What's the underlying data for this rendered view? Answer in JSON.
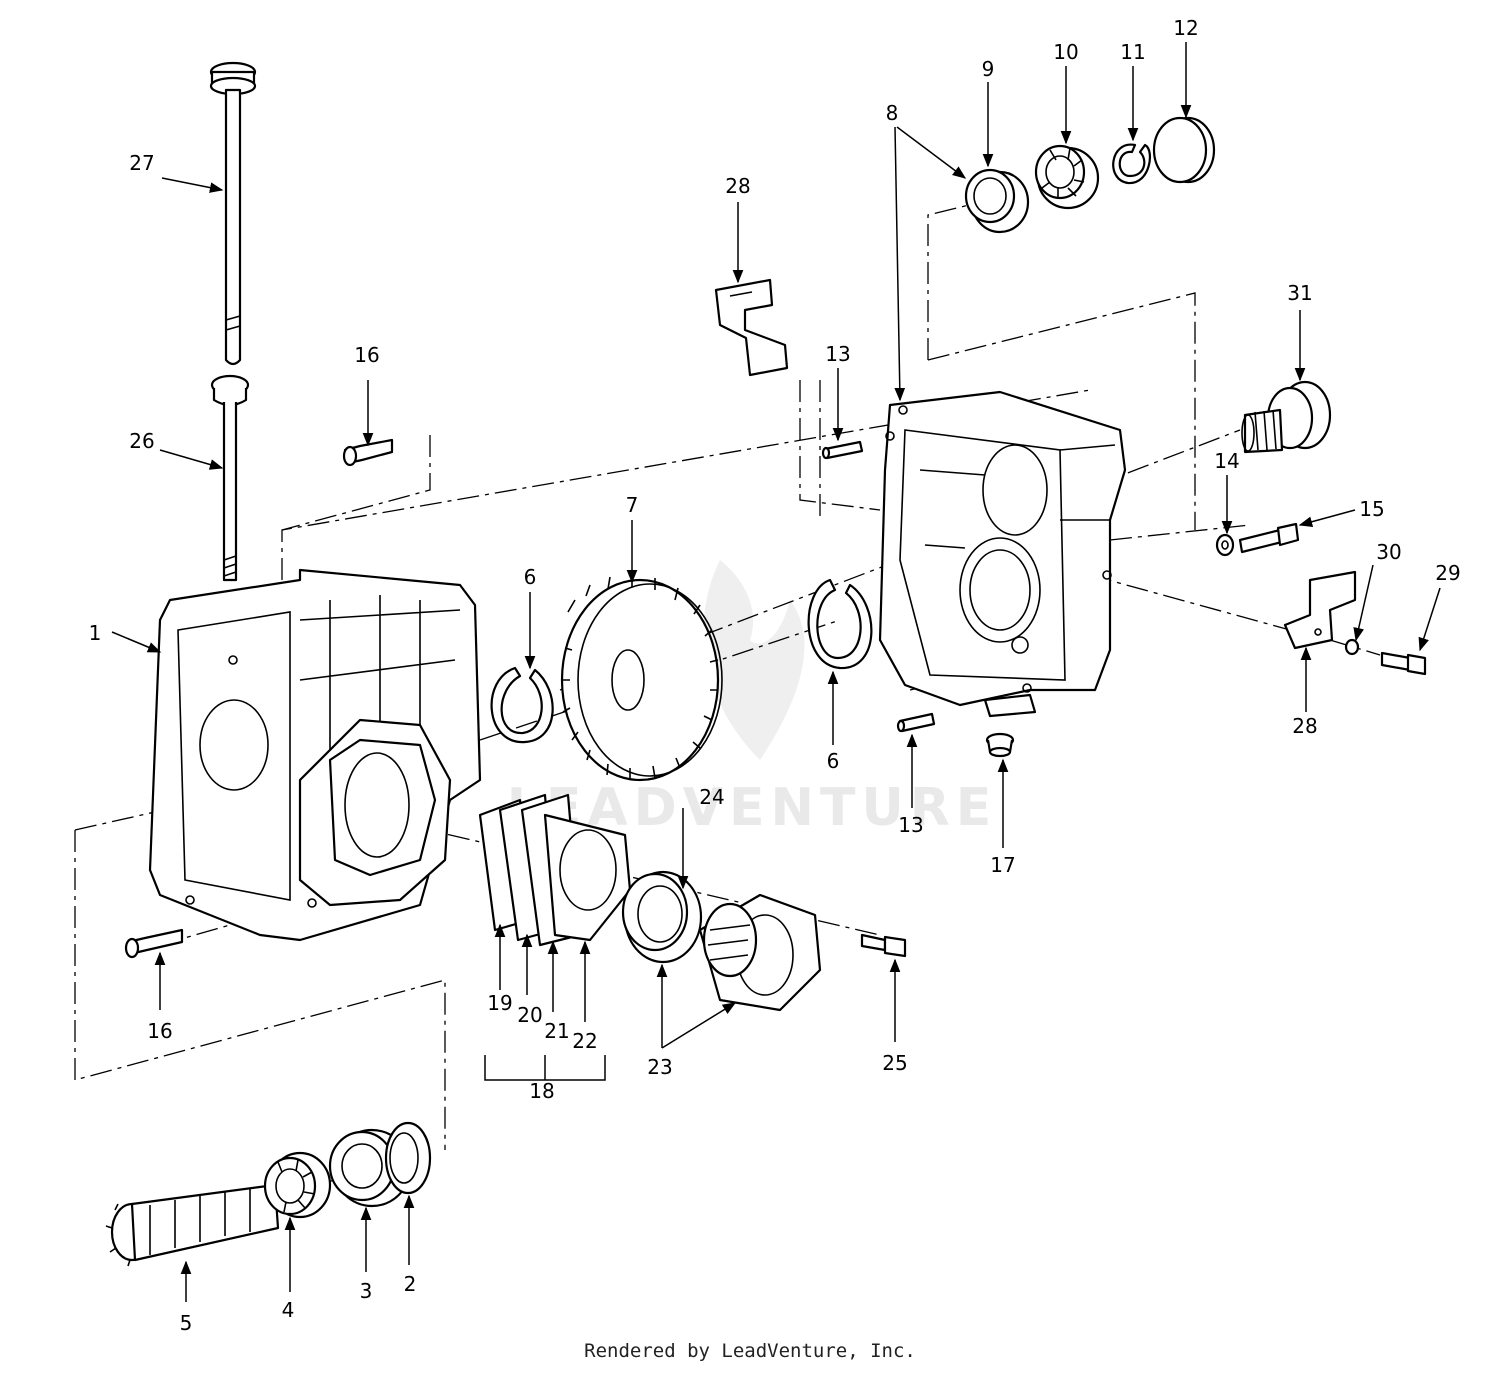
{
  "diagram": {
    "callouts": [
      "1",
      "2",
      "3",
      "4",
      "5",
      "6",
      "6",
      "7",
      "8",
      "9",
      "10",
      "11",
      "12",
      "13",
      "13",
      "14",
      "15",
      "16",
      "16",
      "17",
      "18",
      "19",
      "20",
      "21",
      "22",
      "23",
      "24",
      "25",
      "26",
      "27",
      "28",
      "28",
      "29",
      "30",
      "31"
    ]
  },
  "watermark": "LEADVENTURE",
  "footer": "Rendered by LeadVenture, Inc."
}
